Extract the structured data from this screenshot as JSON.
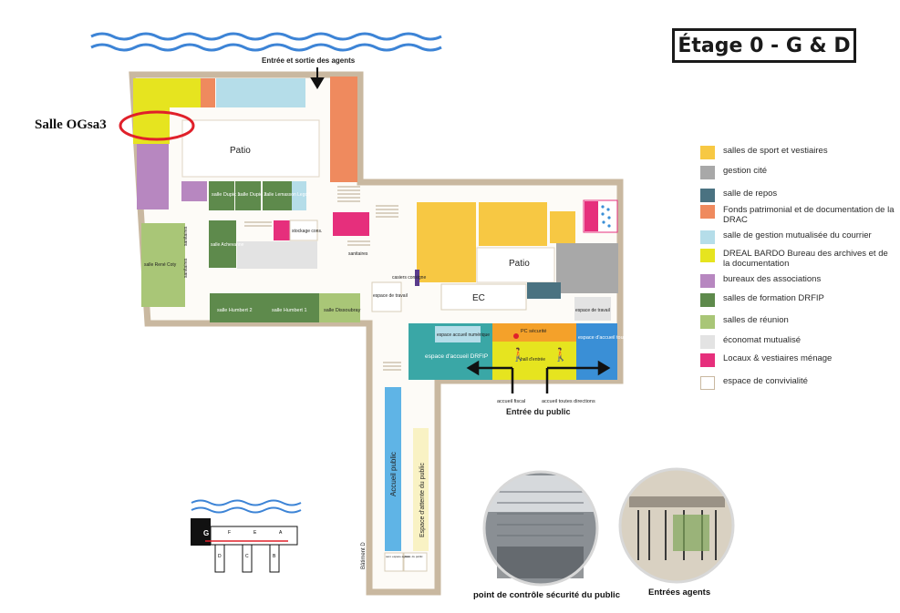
{
  "title": "Étage 0 - G & D",
  "highlight_label": "Salle OGsa3",
  "colors": {
    "sport": "#f7c843",
    "gestion_cite": "#a8a8a8",
    "repos": "#4a7281",
    "fonds": "#ef8a5e",
    "courrier": "#b5dde9",
    "dreal": "#e6e41f",
    "associations": "#b787c0",
    "formation": "#5e8a4c",
    "reunion": "#a9c677",
    "economat": "#e3e3e3",
    "locaux": "#e62f7c",
    "convivialite": "#ffffff",
    "wall": "#c9b8a0",
    "accueil_teal": "#3aa7a6",
    "accueil_blue": "#3a8fd6",
    "hall_orange": "#f4a12a",
    "water": "#3d84d6",
    "red": "#e0202a"
  },
  "legend": [
    {
      "label": "salles de sport et vestiaires",
      "color": "#f7c843"
    },
    {
      "label": "gestion cité",
      "color": "#a8a8a8"
    },
    {
      "label": "salle de repos",
      "color": "#4a7281"
    },
    {
      "label": "Fonds patrimonial et de documentation de la DRAC",
      "color": "#ef8a5e"
    },
    {
      "label": "salle de  gestion mutualisée du courrier",
      "color": "#b5dde9"
    },
    {
      "label": "DREAL BARDO Bureau des archives et de la documentation",
      "color": "#e6e41f"
    },
    {
      "label": "bureaux des associations",
      "color": "#b787c0"
    },
    {
      "label": "salles de formation DRFIP",
      "color": "#5e8a4c"
    },
    {
      "label": "salles de réunion",
      "color": "#a9c677"
    },
    {
      "label": "économat mutualisé",
      "color": "#e3e3e3"
    },
    {
      "label": "Locaux & vestiaires ménage",
      "color": "#e62f7c"
    },
    {
      "label": "espace de convivialité",
      "color": "#ffffff"
    }
  ],
  "map_labels": {
    "entree_agents": "Entrée et sortie des agents",
    "patio_left": "Patio",
    "patio_right": "Patio",
    "ec": "EC",
    "salle_dupic1": "salle Dupic 1",
    "salle_dupic2": "salle Dupic 2",
    "salle_lemasson": "salle Lemasson Legoff",
    "salle_achevanne": "salle Achevanne",
    "stockage": "stockage cons.",
    "salle_rene_coty": "salle René Coty",
    "sanitaires_1": "sanitaires",
    "sanitaires_2": "sanitaires",
    "sanitaires_3": "sanitaires",
    "salle_humbert2": "salle Humbert 2",
    "salle_humbert1": "salle Humbert 1",
    "salle_dissoubray": "salle Dissoubray",
    "casiers": "casiers consigne",
    "espace_travail_1": "espace de travail",
    "espace_travail_2": "espace de travail",
    "accueil_numerique": "espace accueil numérique",
    "pc_securite": "PC sécurité",
    "espace_accueil_drfip": "espace d'accueil DRFIP",
    "hall_entree": "hall d'entrée",
    "espace_accueil_toutes": "espace d'accueil toutes directions",
    "accueil_fiscal": "accueil fiscal",
    "accueil_toutes": "accueil toutes directions",
    "entree_public": "Entrée du public",
    "accueil_public": "Accueil public",
    "attente_public": "Espace d'attente du public",
    "batiment_d": "Bâtiment D",
    "wc_1": "sani. espace agents",
    "wc_2": "Sani. du public"
  },
  "photos": [
    {
      "caption": "point de contrôle sécurité du public"
    },
    {
      "caption": "Entrées agents"
    }
  ],
  "minimap_labels": [
    "G",
    "F",
    "E",
    "A",
    "D",
    "C",
    "B"
  ]
}
